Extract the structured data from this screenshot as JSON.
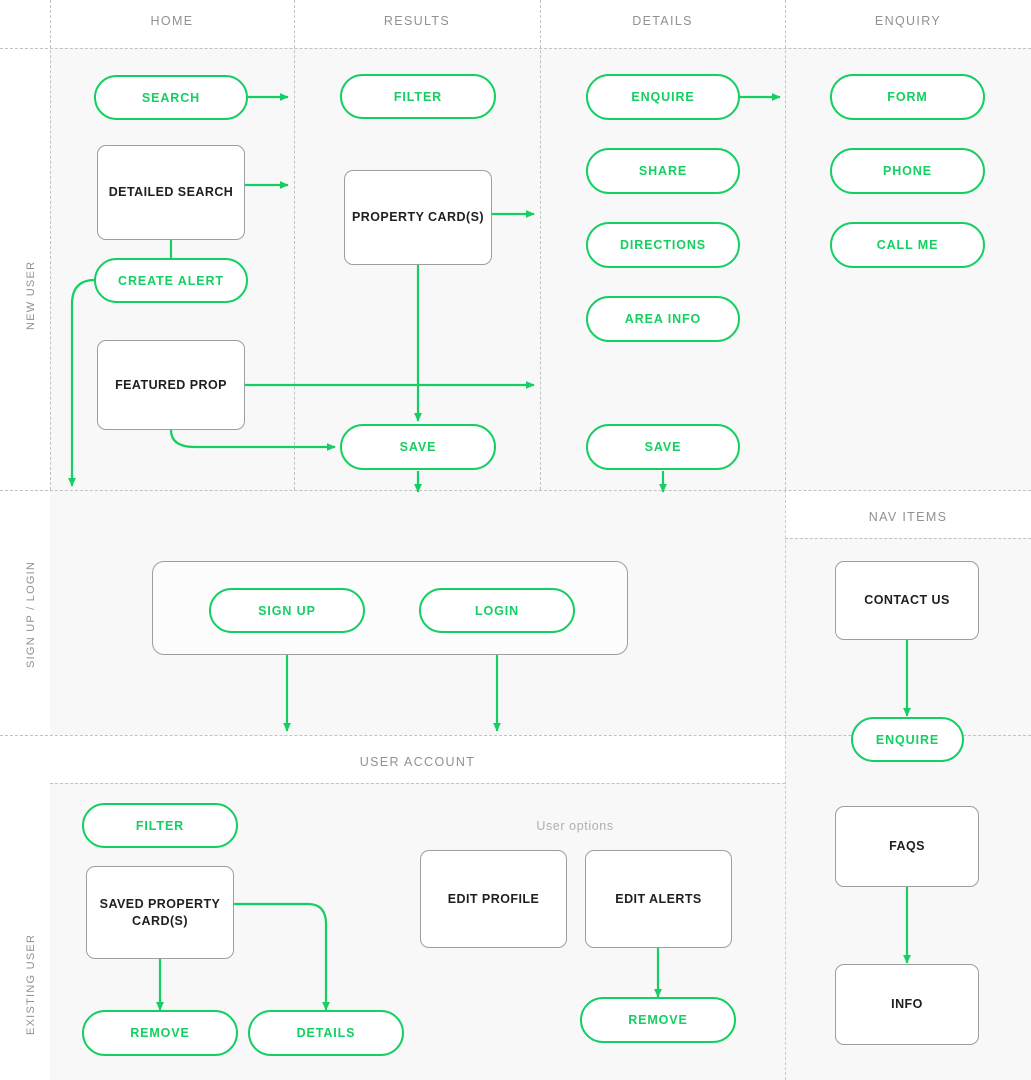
{
  "meta": {
    "accent_green": "#15cf62",
    "node_gray": "#9b9fa1",
    "label_gray": "#8e9294",
    "band_bg": "#f7f8f7",
    "page_bg": "#ffffff"
  },
  "columns": [
    {
      "label": "HOME"
    },
    {
      "label": "RESULTS"
    },
    {
      "label": "DETAILS"
    },
    {
      "label": "ENQUIRY"
    }
  ],
  "rows": [
    {
      "label": "NEW USER"
    },
    {
      "label": "SIGN UP / LOGIN"
    },
    {
      "label": "EXISTING USER"
    }
  ],
  "section_headers": {
    "nav_items": "NAV ITEMS",
    "user_account": "USER ACCOUNT"
  },
  "sub_labels": {
    "user_options": "User  options"
  },
  "nodes": {
    "home": {
      "search": "SEARCH",
      "detailed_search": "DETAILED SEARCH",
      "create_alert": "CREATE ALERT",
      "featured_prop": "FEATURED PROP"
    },
    "results": {
      "filter": "FILTER",
      "property_cards": "PROPERTY CARD(S)",
      "save": "SAVE"
    },
    "details": {
      "enquire": "ENQUIRE",
      "share": "SHARE",
      "directions": "DIRECTIONS",
      "area_info": "AREA INFO",
      "save": "SAVE"
    },
    "enquiry": {
      "form": "FORM",
      "phone": "PHONE",
      "call_me": "CALL ME"
    },
    "signup": {
      "sign_up": "SIGN UP",
      "login": "LOGIN"
    },
    "nav": {
      "contact_us": "CONTACT US",
      "enquire": "ENQUIRE",
      "faqs": "FAQS",
      "info": "INFO"
    },
    "account": {
      "filter": "FILTER",
      "saved_property_cards": "SAVED PROPERTY\nCARD(S)",
      "saved_property_cards_line1": "SAVED PROPERTY",
      "saved_property_cards_line2": "CARD(S)",
      "remove": "REMOVE",
      "details": "DETAILS",
      "edit_profile": "EDIT PROFILE",
      "edit_alerts": "EDIT ALERTS",
      "remove_alert": "REMOVE"
    }
  }
}
